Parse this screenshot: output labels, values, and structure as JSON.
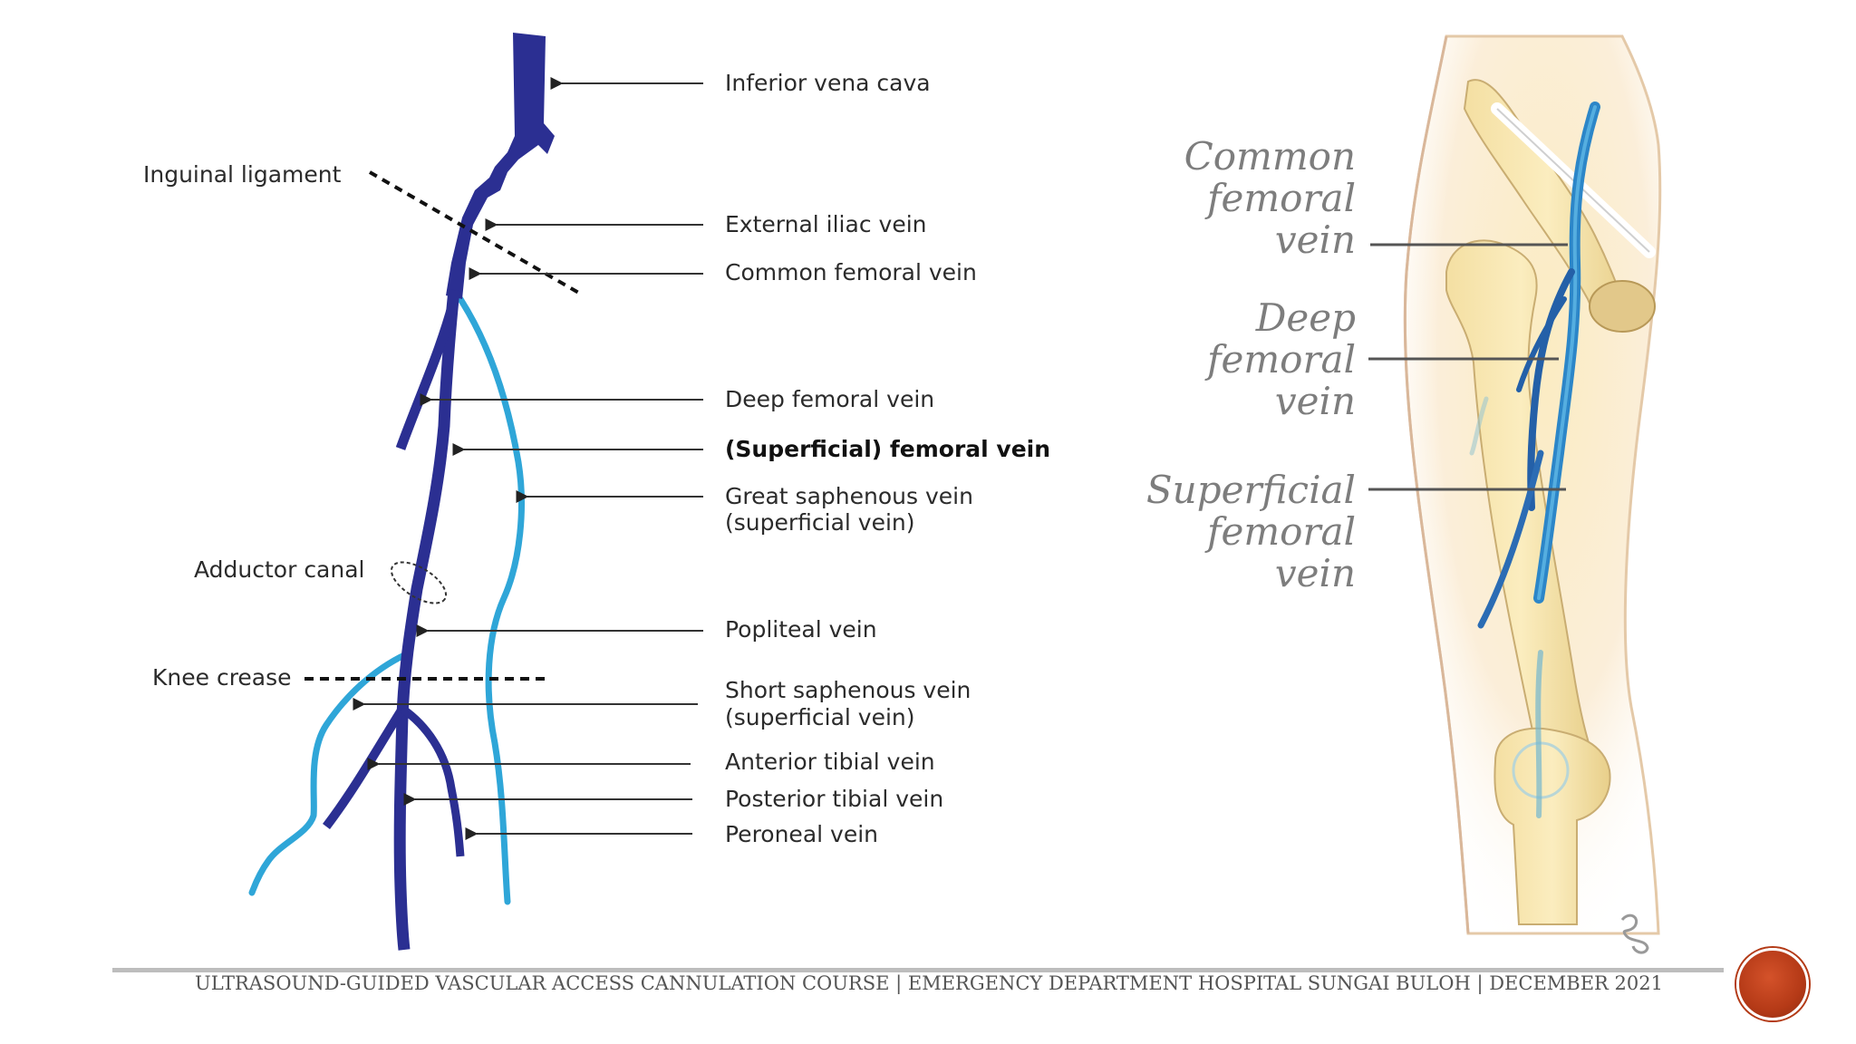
{
  "diagram": {
    "labels": {
      "ivc": "Inferior vena cava",
      "inguinal": "Inguinal ligament",
      "external_iliac": "External iliac vein",
      "common_femoral": "Common femoral vein",
      "deep_femoral": "Deep femoral vein",
      "superficial_femoral": "(Superficial) femoral vein",
      "gsv_line1": "Great saphenous vein",
      "gsv_line2": "(superficial vein)",
      "adductor": "Adductor canal",
      "popliteal": "Popliteal vein",
      "knee": "Knee crease",
      "ssv_line1": "Short saphenous vein",
      "ssv_line2": "(superficial vein)",
      "anterior_tibial": "Anterior tibial vein",
      "posterior_tibial": "Posterior tibial vein",
      "peroneal": "Peroneal vein"
    },
    "colors": {
      "deep_vein": "#2b2f92",
      "superficial_vein": "#2fa6d8"
    }
  },
  "illustration": {
    "cfv": [
      "Common",
      "femoral",
      "vein"
    ],
    "dfv": [
      "Deep",
      "femoral",
      "vein"
    ],
    "sfv": [
      "Superficial",
      "femoral",
      "vein"
    ]
  },
  "footer": {
    "text": "ULTRASOUND-GUIDED VASCULAR ACCESS CANNULATION COURSE  |  EMERGENCY DEPARTMENT HOSPITAL SUNGAI BULOH  |  DECEMBER 2021",
    "accent": "#b33a16"
  }
}
